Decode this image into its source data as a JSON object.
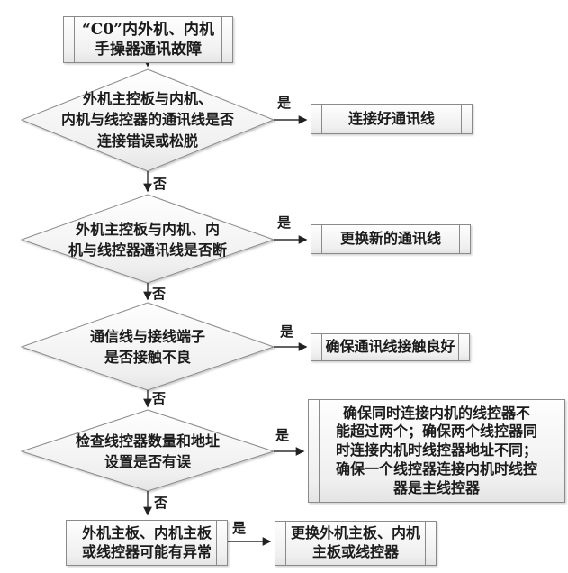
{
  "colors": {
    "background": "#ffffff",
    "shape_border": "#8a8a8a",
    "shape_fill_top": "#fefefe",
    "shape_fill_bottom": "#e4e4e4",
    "connector": "#2e2e2e",
    "text": "#1b1b1b"
  },
  "labels": {
    "yes": "是",
    "no": "否"
  },
  "start": {
    "lines": [
      "“C0”内外机、内机",
      "手操器通讯故障"
    ]
  },
  "decisions": [
    {
      "lines": [
        "外机主控板与内机、",
        "内机与线控器的通讯线是否",
        "连接错误或松脱"
      ]
    },
    {
      "lines": [
        "外机主控板与内机、内",
        "机与线控器通讯线是否断"
      ]
    },
    {
      "lines": [
        "通信线与接线端子",
        "是否接触不良"
      ]
    },
    {
      "lines": [
        "检查线控器数量和地址",
        "设置是否有误"
      ]
    }
  ],
  "actions": [
    {
      "lines": [
        "连接好通讯线"
      ]
    },
    {
      "lines": [
        "更换新的通讯线"
      ]
    },
    {
      "lines": [
        "确保通讯线接触良好"
      ]
    },
    {
      "lines": [
        "确保同时连接内机的线控器不",
        "能超过两个；确保两个线控器同",
        "时连接内机时线控器地址不同；",
        "确保一个线控器连接内机时线控",
        "器是主线控器"
      ]
    }
  ],
  "fallback": {
    "lines": [
      "外机主板、内机主板",
      "或线控器可能有异常"
    ]
  },
  "final_action": {
    "lines": [
      "更换外机主板、内机",
      "主板或线控器"
    ]
  }
}
